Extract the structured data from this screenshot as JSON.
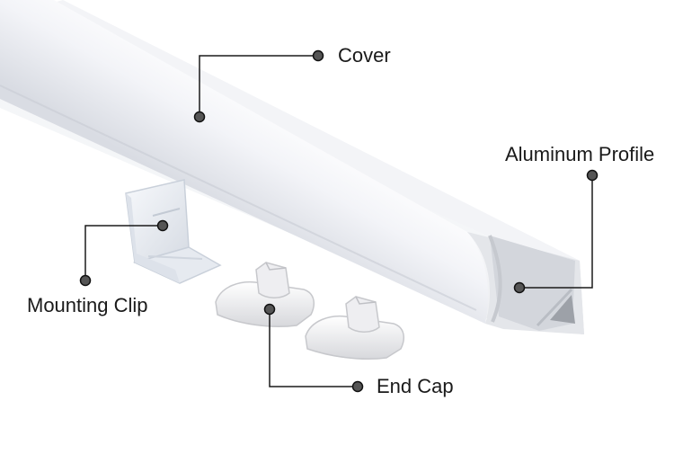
{
  "diagram": {
    "callouts": [
      {
        "id": "cover",
        "label": "Cover"
      },
      {
        "id": "aluminum-profile",
        "label": "Aluminum Profile"
      },
      {
        "id": "mounting-clip",
        "label": "Mounting Clip"
      },
      {
        "id": "end-cap",
        "label": "End Cap"
      }
    ]
  },
  "colors": {
    "background": "#ffffff",
    "leader_line": "#1a1a1a",
    "marker_fill": "#555555",
    "diffuser_cover": "#f1f2f6",
    "aluminum": "#dfe1e6",
    "end_cap": "#f2f2f4",
    "clip": "#eef1f6"
  }
}
